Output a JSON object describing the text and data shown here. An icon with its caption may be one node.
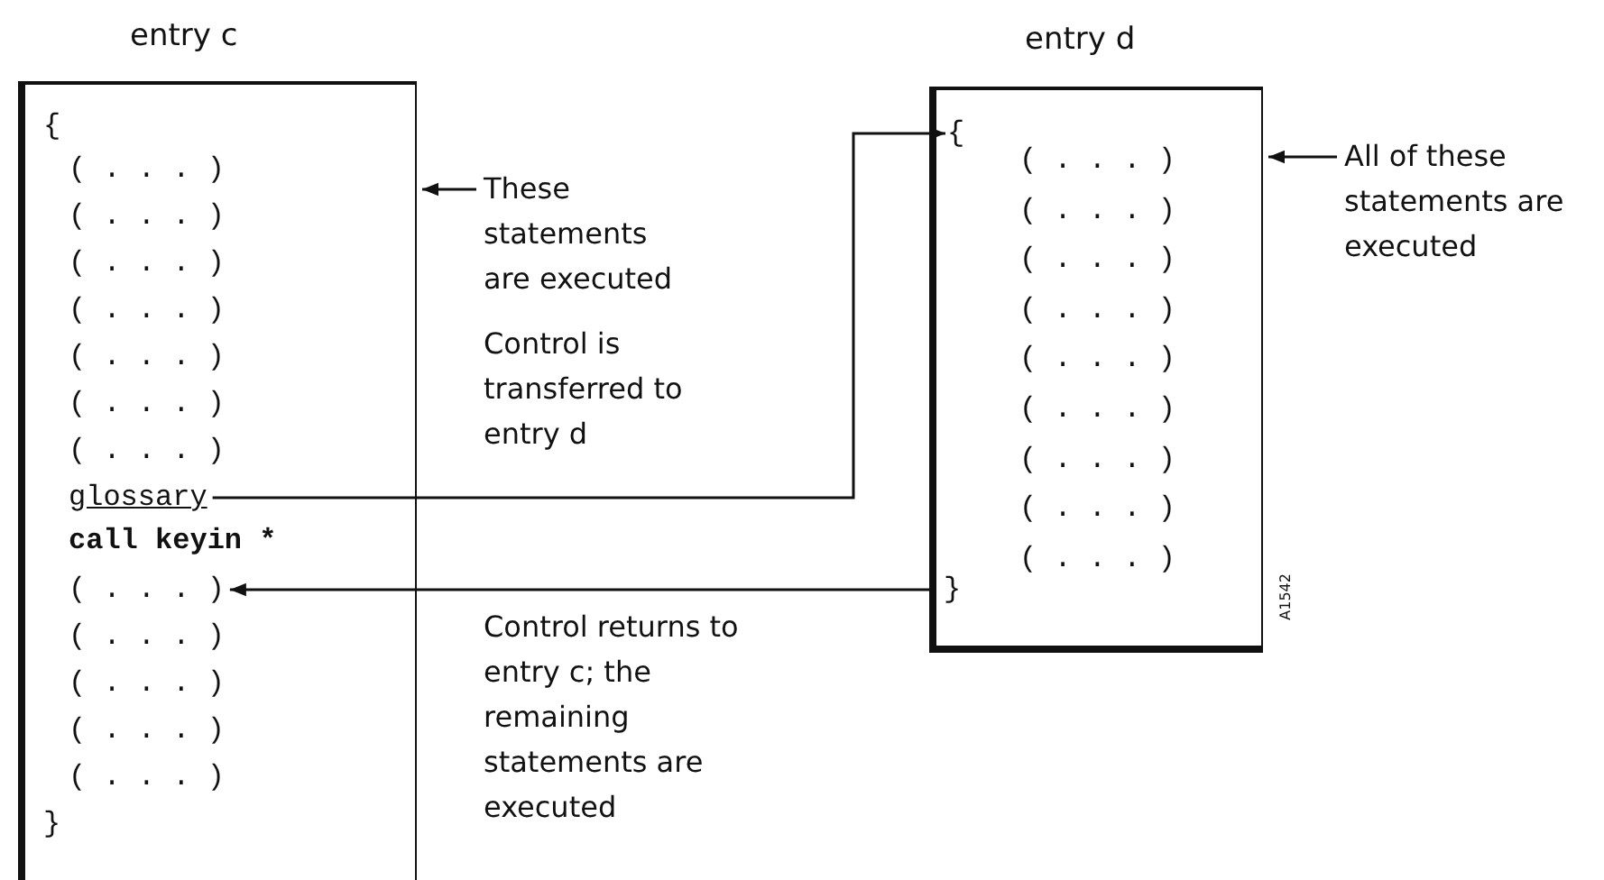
{
  "diagram": {
    "nodes": [
      {
        "text": [
          "entry c"
        ]
      },
      {
        "text": [
          "{"
        ],
        "in": 0
      },
      {
        "text": [
          "( . . . )"
        ],
        "in": 0
      },
      {
        "text": [
          "( . . . )"
        ],
        "in": 0
      },
      {
        "text": [
          "( . . . )"
        ],
        "in": 0
      },
      {
        "text": [
          "( . . . )"
        ],
        "in": 0
      },
      {
        "text": [
          "( . . . )"
        ],
        "in": 0
      },
      {
        "text": [
          "( . . . )"
        ],
        "in": 0
      },
      {
        "text": [
          "( . . . )"
        ],
        "in": 0
      },
      {
        "text": [
          "glossary"
        ],
        "in": 0
      },
      {
        "text": [
          "call keyin *"
        ],
        "in": 0
      },
      {
        "text": [
          "( . . . )"
        ],
        "in": 0
      },
      {
        "text": [
          "( . . . )"
        ],
        "in": 0
      },
      {
        "text": [
          "( . . . )"
        ],
        "in": 0
      },
      {
        "text": [
          "( . . . )"
        ],
        "in": 0
      },
      {
        "text": [
          "( . . . )"
        ],
        "in": 0
      },
      {
        "text": [
          "}"
        ],
        "in": 0
      },
      {
        "text": [
          "entry d"
        ]
      },
      {
        "text": [
          "{"
        ],
        "in": 17
      },
      {
        "text": [
          "( . . . )"
        ],
        "in": 17
      },
      {
        "text": [
          "( . . . )"
        ],
        "in": 17
      },
      {
        "text": [
          "( . . . )"
        ],
        "in": 17
      },
      {
        "text": [
          "( . . . )"
        ],
        "in": 17
      },
      {
        "text": [
          "( . . . )"
        ],
        "in": 17
      },
      {
        "text": [
          "( . . . )"
        ],
        "in": 17
      },
      {
        "text": [
          "( . . . )"
        ],
        "in": 17
      },
      {
        "text": [
          "( . . . )"
        ],
        "in": 17
      },
      {
        "text": [
          "( . . . )"
        ],
        "in": 17
      },
      {
        "text": [
          "}"
        ],
        "in": 17
      },
      {
        "text": [
          "These statements are executed"
        ]
      },
      {
        "text": [
          "All of these statements are executed"
        ]
      }
    ],
    "edges": [
      {
        "from": 29,
        "to": 0,
        "arrow": "to"
      },
      {
        "from": 9,
        "to": 18,
        "arrow": "to",
        "label": "Control is transferred to entry d"
      },
      {
        "from": 28,
        "to": 11,
        "arrow": "to",
        "label": "Control returns to entry c; the remaining statements are executed"
      },
      {
        "from": 30,
        "to": 17,
        "arrow": "to"
      }
    ],
    "labels": [
      "A1542"
    ]
  }
}
